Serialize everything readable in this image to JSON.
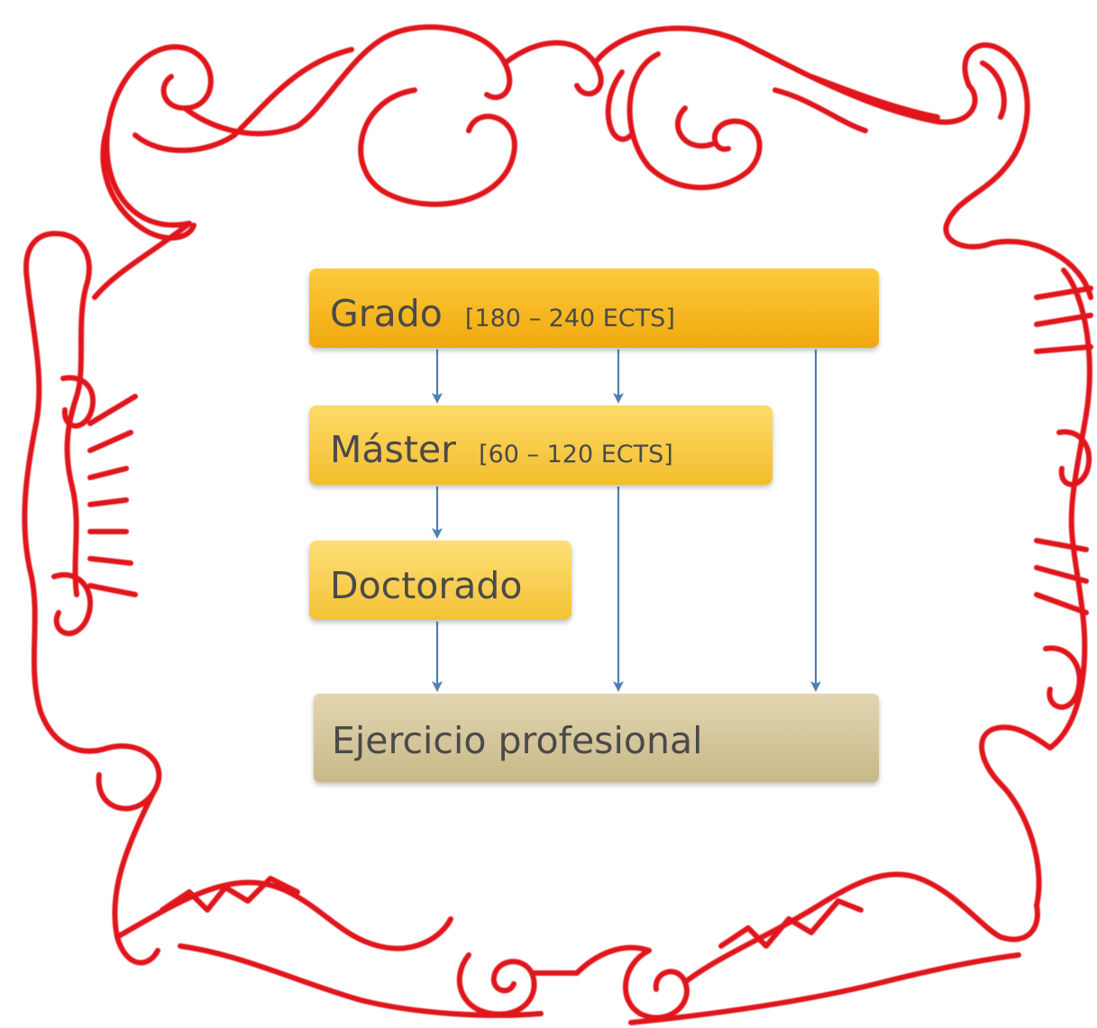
{
  "frame": {
    "color": "#e0141e",
    "style": "ornamental baroque scroll border"
  },
  "diagram": {
    "arrow_color": "#4f7fb5",
    "nodes": [
      {
        "id": "grado",
        "label": "Grado",
        "sub": "[180 – 240 ECTS]",
        "color": "#f6b312"
      },
      {
        "id": "master",
        "label": "Máster",
        "sub": "[60 – 120 ECTS]",
        "color": "#f8c53a"
      },
      {
        "id": "doctorado",
        "label": "Doctorado",
        "sub": "",
        "color": "#f7c948"
      },
      {
        "id": "ejercicio",
        "label": "Ejercicio profesional",
        "sub": "",
        "color": "#d2c49a"
      }
    ],
    "edges": [
      {
        "from": "grado",
        "to": "master"
      },
      {
        "from": "grado",
        "to": "master"
      },
      {
        "from": "grado",
        "to": "ejercicio"
      },
      {
        "from": "master",
        "to": "doctorado"
      },
      {
        "from": "master",
        "to": "ejercicio"
      },
      {
        "from": "doctorado",
        "to": "ejercicio"
      }
    ]
  }
}
